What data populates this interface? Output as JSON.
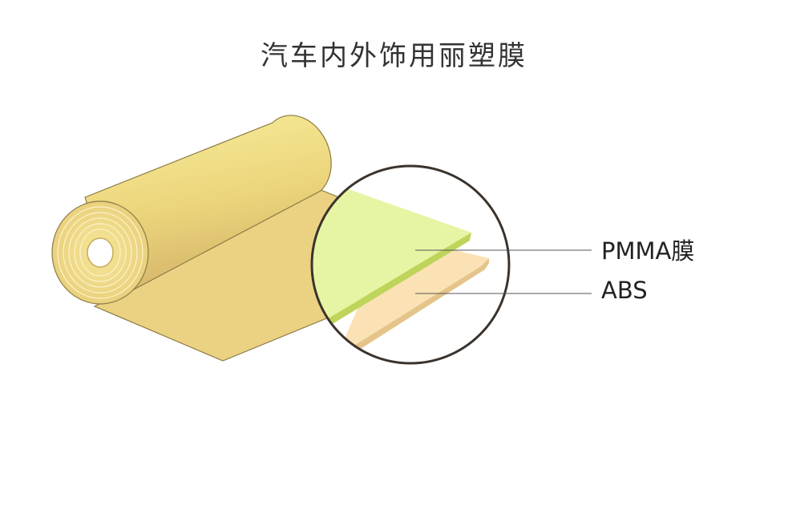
{
  "title": "汽车内外饰用丽塑膜",
  "labels": {
    "pmma": "PMMA膜",
    "abs": "ABS"
  },
  "colors": {
    "roll_body": "#ecd57c",
    "roll_highlight": "#f6ed9a",
    "roll_shadow": "#d4b56a",
    "roll_outline": "#8b7a45",
    "sheet": "#ebd282",
    "pmma_layer": "#e6f5a3",
    "pmma_edge": "#bed45a",
    "abs_layer": "#fbe2b4",
    "abs_edge": "#e4c48a",
    "magnifier_ring": "#3b332c",
    "leader_line": "#555555",
    "title_text": "#333333"
  }
}
